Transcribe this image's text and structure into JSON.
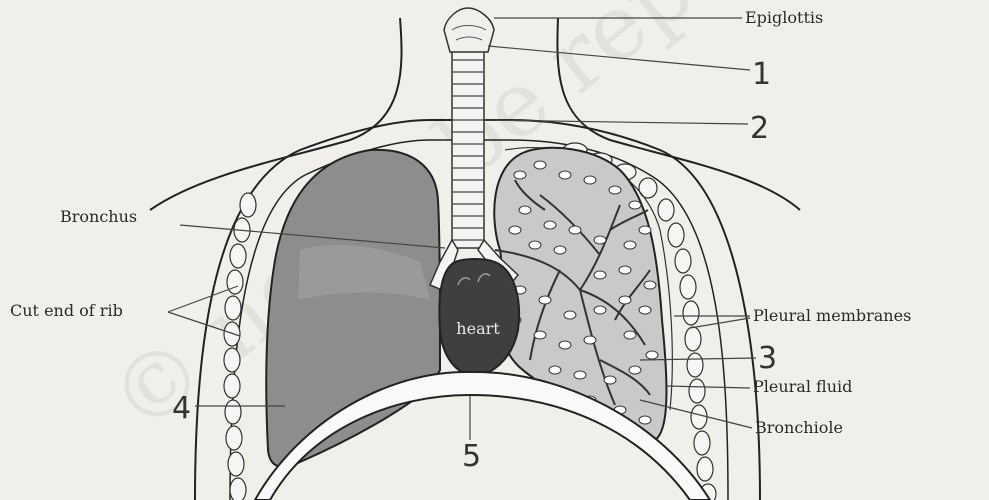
{
  "watermark": "© not to be republished",
  "labels": {
    "epiglottis": "Epiglottis",
    "bronchus": "Bronchus",
    "cut_end_of_rib": "Cut end of rib",
    "pleural_membranes": "Pleural membranes",
    "pleural_fluid": "Pleural fluid",
    "bronchiole": "Bronchiole",
    "heart": "heart"
  },
  "numbers": [
    "1",
    "2",
    "3",
    "4",
    "5"
  ],
  "colors": {
    "background": "#f1efea",
    "left_lung": "#8d8d8d",
    "right_lung": "#c9c9c9",
    "heart": "#3f3f3f"
  }
}
